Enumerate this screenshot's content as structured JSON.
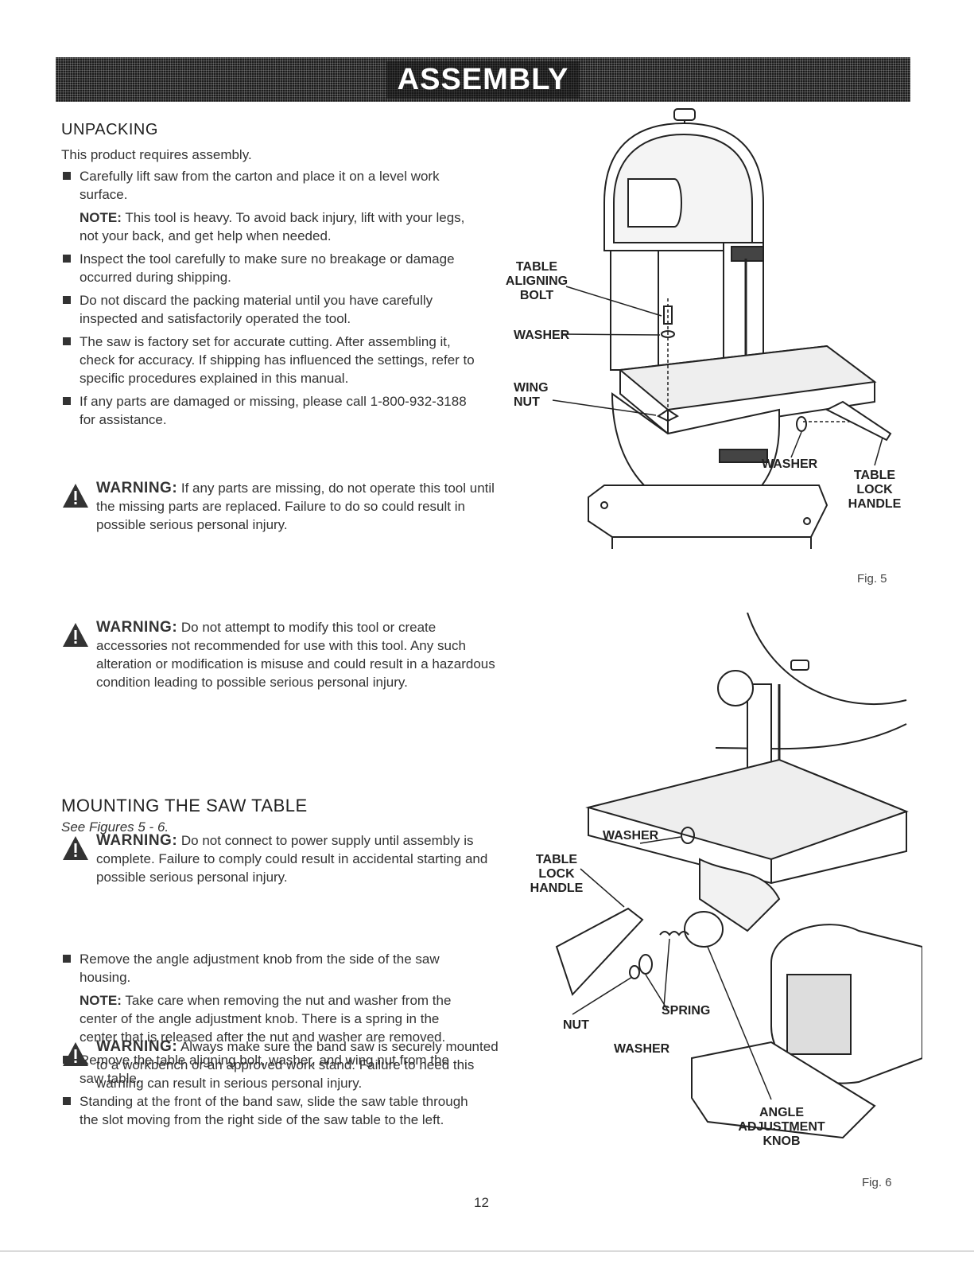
{
  "header": {
    "title": "ASSEMBLY"
  },
  "unpacking": {
    "heading": "UNPACKING",
    "intro": "This product requires assembly.",
    "bullets": [
      "Carefully lift saw from the carton and place it on a level work surface.",
      "Inspect the tool carefully to make sure no breakage or damage occurred during shipping.",
      "Do not discard the packing material until you have carefully inspected and satisfactorily operated the tool.",
      "The saw is factory set for accurate cutting. After assembling it, check for accuracy. If shipping has influenced the settings, refer to specific procedures explained in this manual.",
      "If any parts are damaged or missing, please call 1-800-932-3188 for assistance."
    ],
    "note_label": "NOTE:",
    "note_text": "This tool is heavy. To avoid back injury, lift with your legs, not your back, and get help when needed."
  },
  "warnings": [
    {
      "label": "WARNING:",
      "text": "If any parts are missing, do not operate this tool until the missing parts are replaced. Failure to do so could result in possible serious personal injury."
    },
    {
      "label": "WARNING:",
      "text": "Do not attempt to modify this tool or create accessories not recommended for use with this tool. Any such alteration or modification is misuse and could result in a hazardous condition leading to possible serious personal injury."
    },
    {
      "label": "WARNING:",
      "text": "Do not connect to power supply until assembly is complete. Failure to comply could result in accidental starting and possible serious personal injury."
    },
    {
      "label": "WARNING:",
      "text": "Always make sure the band saw is securely mounted to a workbench or an approved work stand. Failure to heed this warning can result in serious personal injury."
    }
  ],
  "mounting": {
    "heading": "MOUNTING THE SAW TABLE",
    "see": "See Figures 5 - 6.",
    "bullets": [
      "Remove the angle adjustment knob from the side of the saw housing.",
      "Remove the table aligning bolt, washer, and wing nut from the saw table.",
      "Standing at the front of the band saw, slide the saw table through the slot moving from the right side of the saw table to the left."
    ],
    "note_label": "NOTE:",
    "note_text": "Take care when removing the nut and washer from the center of the angle adjustment knob. There is a spring in the center that is released after the nut and washer are removed."
  },
  "fig5": {
    "label": "Fig. 5",
    "callouts": {
      "table_aligning_bolt": [
        "TABLE",
        "ALIGNING",
        "BOLT"
      ],
      "washer_left": "WASHER",
      "wing_nut": [
        "WING",
        "NUT"
      ],
      "washer_right": "WASHER",
      "table_lock_handle": [
        "TABLE",
        "LOCK",
        "HANDLE"
      ]
    }
  },
  "fig6": {
    "label": "Fig. 6",
    "callouts": {
      "washer_top": "WASHER",
      "table_lock_handle": [
        "TABLE",
        "LOCK",
        "HANDLE"
      ],
      "nut": "NUT",
      "spring": "SPRING",
      "washer_bottom": "WASHER",
      "angle_adjustment_knob": [
        "ANGLE",
        "ADJUSTMENT",
        "KNOB"
      ]
    }
  },
  "footer": {
    "page_number": "12"
  }
}
